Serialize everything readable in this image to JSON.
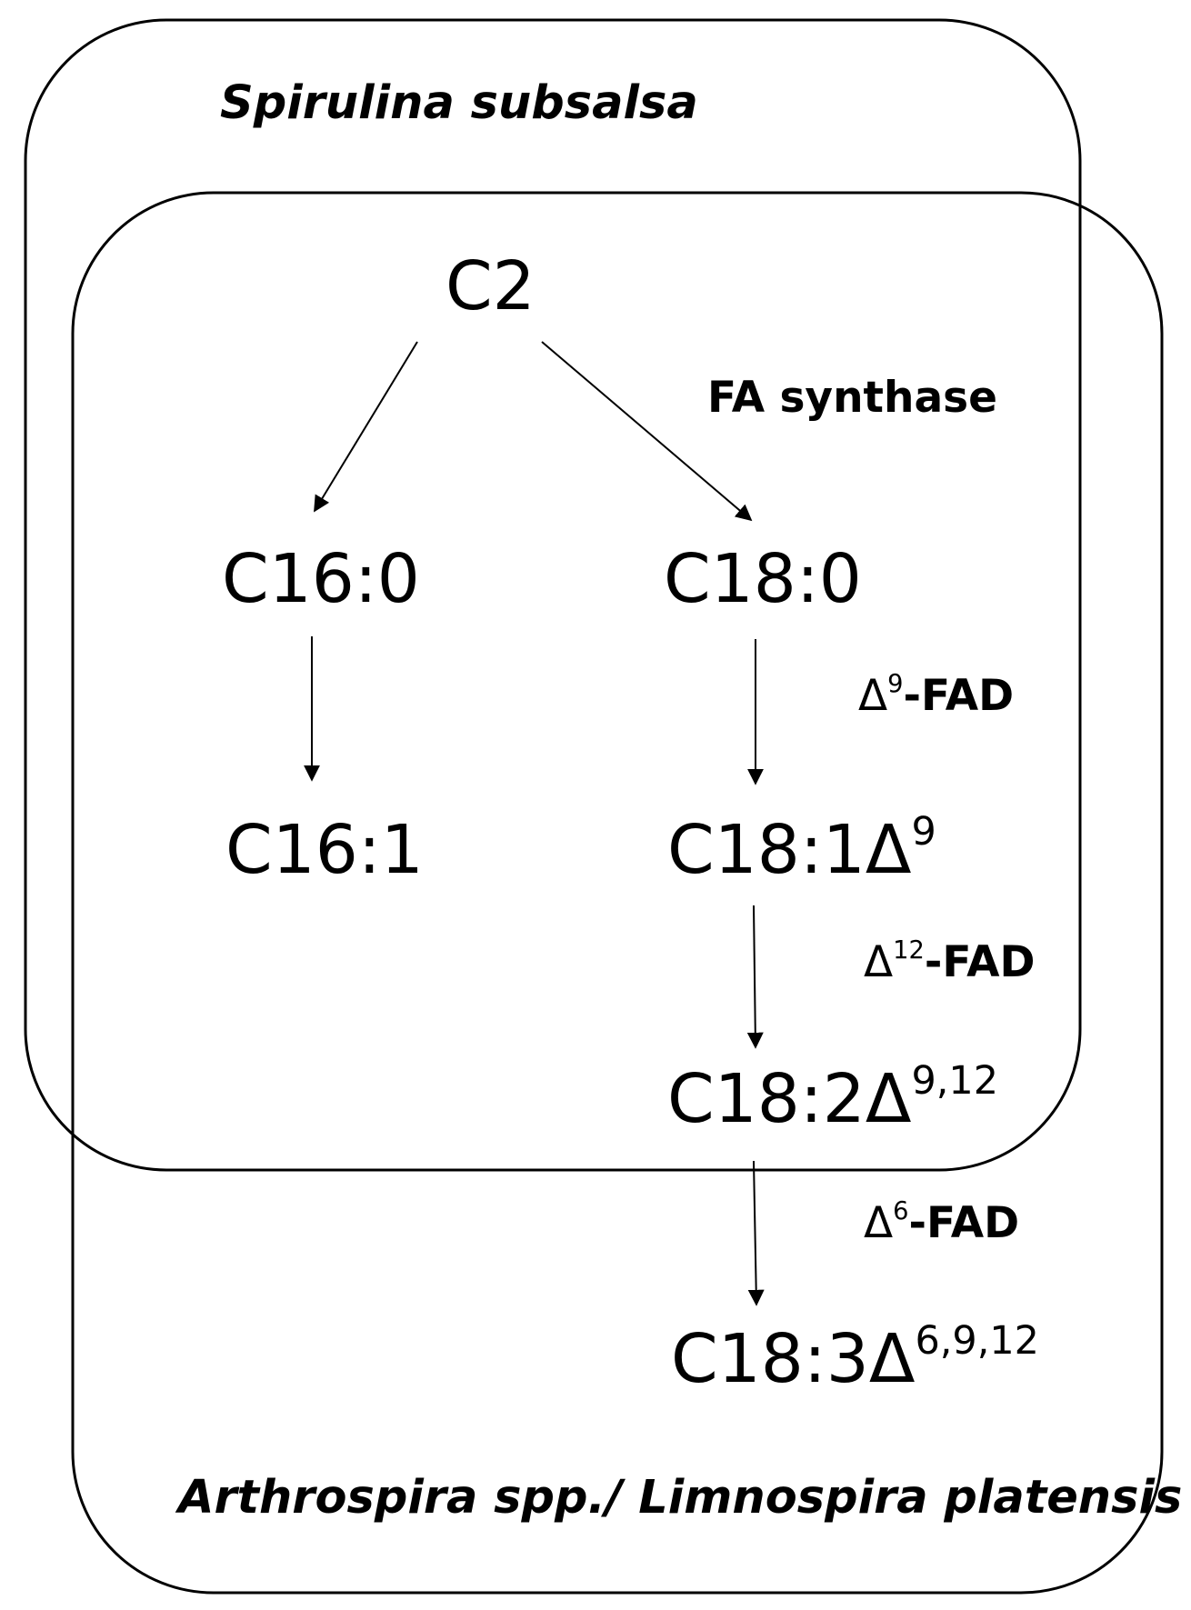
{
  "organisms": {
    "outer_top": "Spirulina subsalsa",
    "outer_bottom": "Arthrospira spp./ Limnospira platensis"
  },
  "nodes": {
    "c2": "C2",
    "c16_0": "C16:0",
    "c18_0": "C18:0",
    "c16_1": "C16:1",
    "c18_1": {
      "base": "C18:1Δ",
      "sup": "9"
    },
    "c18_2": {
      "base": "C18:2Δ",
      "sup": "9,12"
    },
    "c18_3": {
      "base": "C18:3Δ",
      "sup": "6,9,12"
    }
  },
  "enzymes": {
    "fa_synthase": "FA synthase",
    "d9": {
      "pre": "Δ",
      "sup": "9",
      "name": "-FAD"
    },
    "d12": {
      "pre": "Δ",
      "sup": "12",
      "name": "-FAD"
    },
    "d6": {
      "pre": "Δ",
      "sup": "6",
      "name": "-FAD"
    }
  }
}
